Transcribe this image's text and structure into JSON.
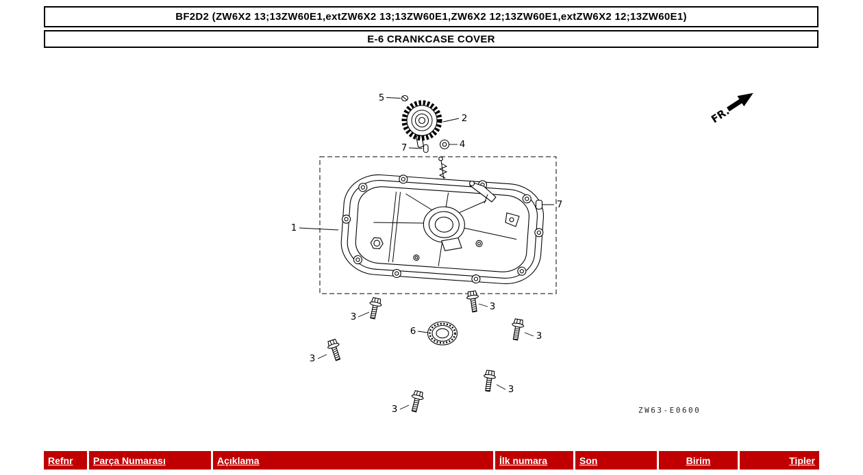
{
  "header": {
    "model_line": "BF2D2 (ZW6X2 13;13ZW60E1,extZW6X2 13;13ZW60E1,ZW6X2 12;13ZW60E1,extZW6X2 12;13ZW60E1)",
    "section_line": "E-6 CRANKCASE COVER"
  },
  "diagram": {
    "fr_label": "FR.",
    "part_code": "ZW63-E0600",
    "callouts": {
      "c1": "1",
      "c2": "2",
      "c3": "3",
      "c4": "4",
      "c5": "5",
      "c6": "6",
      "c7": "7"
    }
  },
  "table": {
    "columns": [
      {
        "label": "Refnr",
        "align": "left"
      },
      {
        "label": "Parça Numarası",
        "align": "left"
      },
      {
        "label": "Açıklama",
        "align": "left"
      },
      {
        "label": "İlk numara",
        "align": "left"
      },
      {
        "label": "Son",
        "align": "left"
      },
      {
        "label": "Birim",
        "align": "center"
      },
      {
        "label": "Tipler",
        "align": "right"
      }
    ]
  },
  "colors": {
    "table_header_bg": "#c00000",
    "table_header_fg": "#ffffff"
  }
}
